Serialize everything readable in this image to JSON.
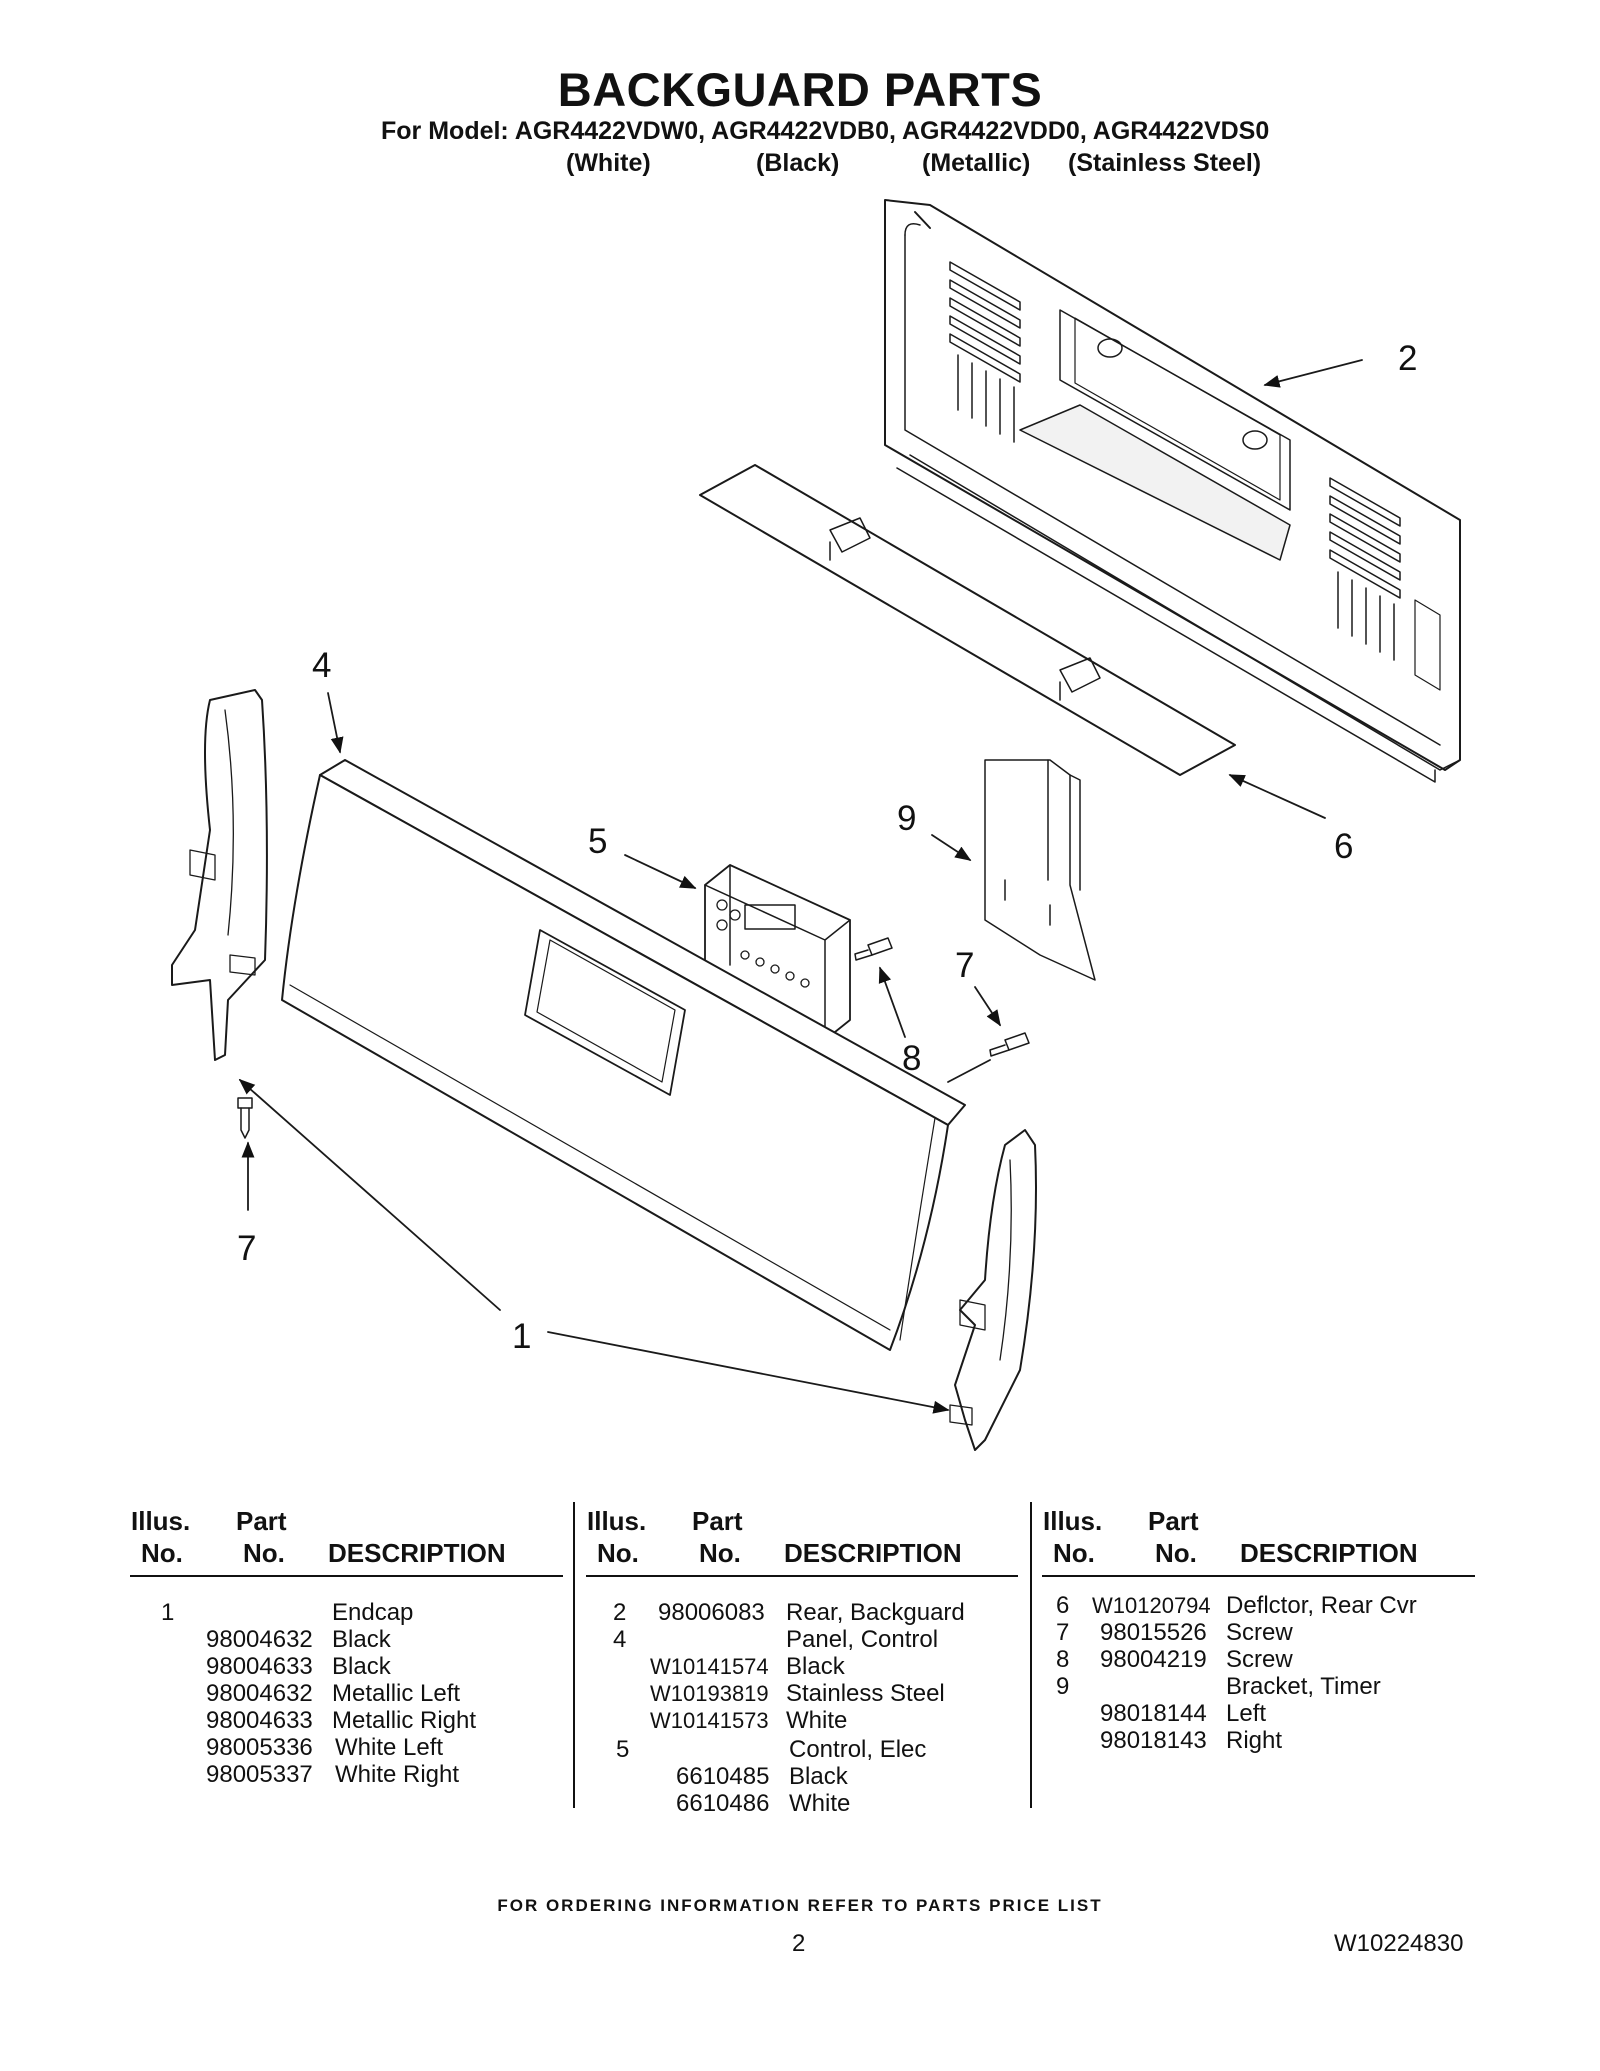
{
  "header": {
    "title": "BACKGUARD PARTS",
    "model_line": "For Model: AGR4422VDW0, AGR4422VDB0, AGR4422VDD0, AGR4422VDS0",
    "variants": [
      "(White)",
      "(Black)",
      "(Metallic)",
      "(Stainless Steel)"
    ]
  },
  "callouts": [
    "2",
    "4",
    "5",
    "9",
    "6",
    "7",
    "8",
    "7",
    "1"
  ],
  "table_headers": {
    "illus": "Illus.",
    "no": "No.",
    "part": "Part",
    "description": "DESCRIPTION"
  },
  "table_left": [
    {
      "illus": "1",
      "part": "",
      "desc": "Endcap"
    },
    {
      "illus": "",
      "part": "98004632",
      "desc": "Black"
    },
    {
      "illus": "",
      "part": "98004633",
      "desc": "Black"
    },
    {
      "illus": "",
      "part": "98004632",
      "desc": "Metallic Left"
    },
    {
      "illus": "",
      "part": "98004633",
      "desc": "Metallic Right"
    },
    {
      "illus": "",
      "part": "98005336",
      "desc": "White Left"
    },
    {
      "illus": "",
      "part": "98005337",
      "desc": "White Right"
    }
  ],
  "table_middle": [
    {
      "illus": "2",
      "part": "98006083",
      "desc": "Rear, Backguard"
    },
    {
      "illus": "4",
      "part": "",
      "desc": "Panel, Control"
    },
    {
      "illus": "",
      "part": "W10141574",
      "desc": "Black"
    },
    {
      "illus": "",
      "part": "W10193819",
      "desc": "Stainless Steel"
    },
    {
      "illus": "",
      "part": "W10141573",
      "desc": "White"
    },
    {
      "illus": "5",
      "part": "",
      "desc": "Control, Elec"
    },
    {
      "illus": "",
      "part": "6610485",
      "desc": "Black"
    },
    {
      "illus": "",
      "part": "6610486",
      "desc": "White"
    }
  ],
  "table_right": [
    {
      "illus": "6",
      "part": "W10120794",
      "desc": "Deflctor, Rear Cvr"
    },
    {
      "illus": "7",
      "part": "98015526",
      "desc": "Screw"
    },
    {
      "illus": "8",
      "part": "98004219",
      "desc": "Screw"
    },
    {
      "illus": "9",
      "part": "",
      "desc": "Bracket, Timer"
    },
    {
      "illus": "",
      "part": "98018144",
      "desc": "Left"
    },
    {
      "illus": "",
      "part": "98018143",
      "desc": "Right"
    }
  ],
  "footer": {
    "ordering_note": "FOR ORDERING INFORMATION REFER TO PARTS PRICE LIST",
    "page_number": "2",
    "document_number": "W10224830"
  }
}
